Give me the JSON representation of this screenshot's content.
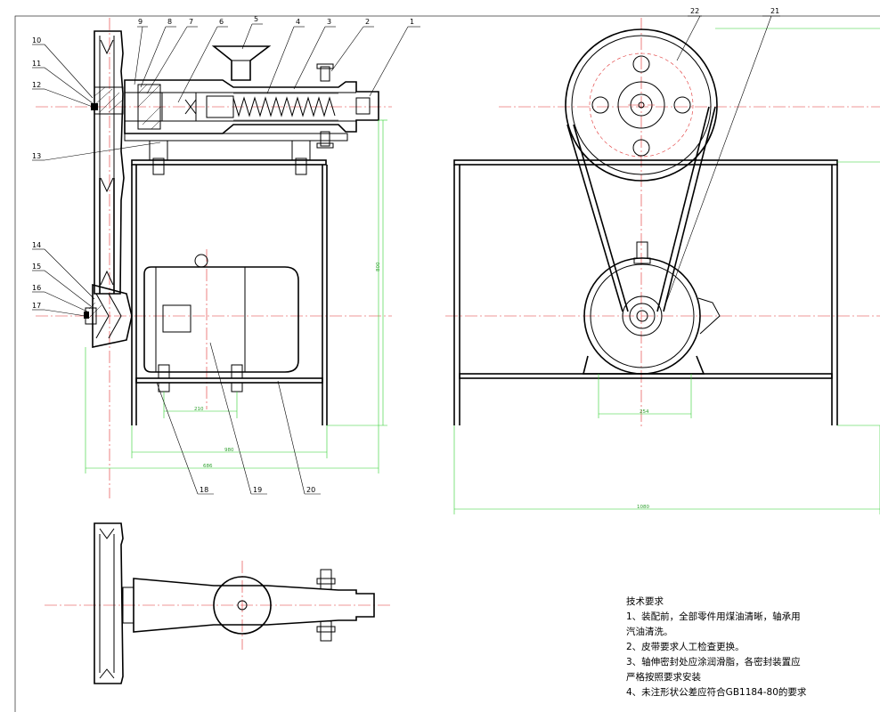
{
  "drawing": {
    "balloons": [
      "1",
      "2",
      "3",
      "4",
      "5",
      "6",
      "7",
      "8",
      "9",
      "10",
      "11",
      "12",
      "13",
      "14",
      "15",
      "16",
      "17",
      "18",
      "19",
      "20",
      "21",
      "22"
    ],
    "dimensions": {
      "motor_bolt_spacing": "210",
      "frame_inner_width": "980",
      "overall_width_front": "686",
      "frame_height": "800",
      "frame_width_side": "1080",
      "motor_base_width_side": "254"
    }
  },
  "tech_requirements": {
    "title": "技术要求",
    "items": [
      "1、装配前，全部零件用煤油清晰，轴承用",
      "汽油清洗。",
      "2、皮带要求人工检查更换。",
      "3、轴伸密封处应涂润滑脂，各密封装置应",
      "严格按照要求安装",
      "4、未注形状公差应符合GB1184-80的要求"
    ]
  }
}
